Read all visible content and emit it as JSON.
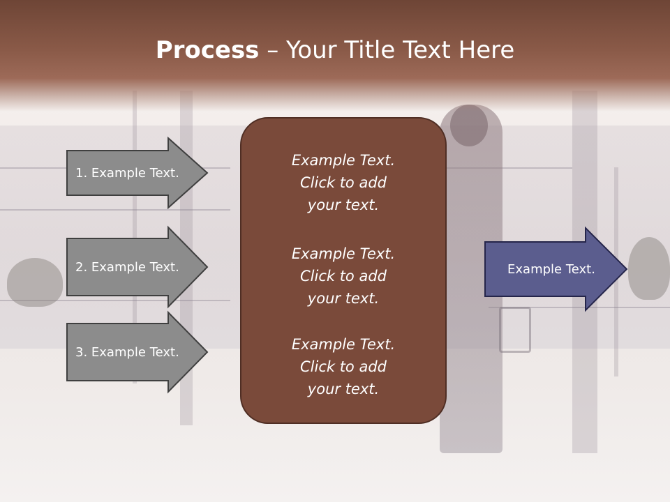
{
  "title": {
    "bold": "Process",
    "rest": " – Your Title Text Here"
  },
  "left_arrows": [
    {
      "label": "1. Example Text."
    },
    {
      "label": "2. Example Text."
    },
    {
      "label": "3. Example Text."
    }
  ],
  "center_box": {
    "items": [
      {
        "lines": [
          "Example Text.",
          "Click  to add",
          "your text."
        ]
      },
      {
        "lines": [
          "Example Text.",
          "Click  to add",
          "your text."
        ]
      },
      {
        "lines": [
          "Example Text.",
          "Click  to add",
          "your text."
        ]
      }
    ]
  },
  "right_arrow": {
    "label": "Example Text."
  },
  "colors": {
    "title_band": "#8a5a48",
    "left_arrow_fill": "#8c8c8c",
    "center_box_fill": "#7a4a3a",
    "right_arrow_fill": "#5b5d8e"
  }
}
